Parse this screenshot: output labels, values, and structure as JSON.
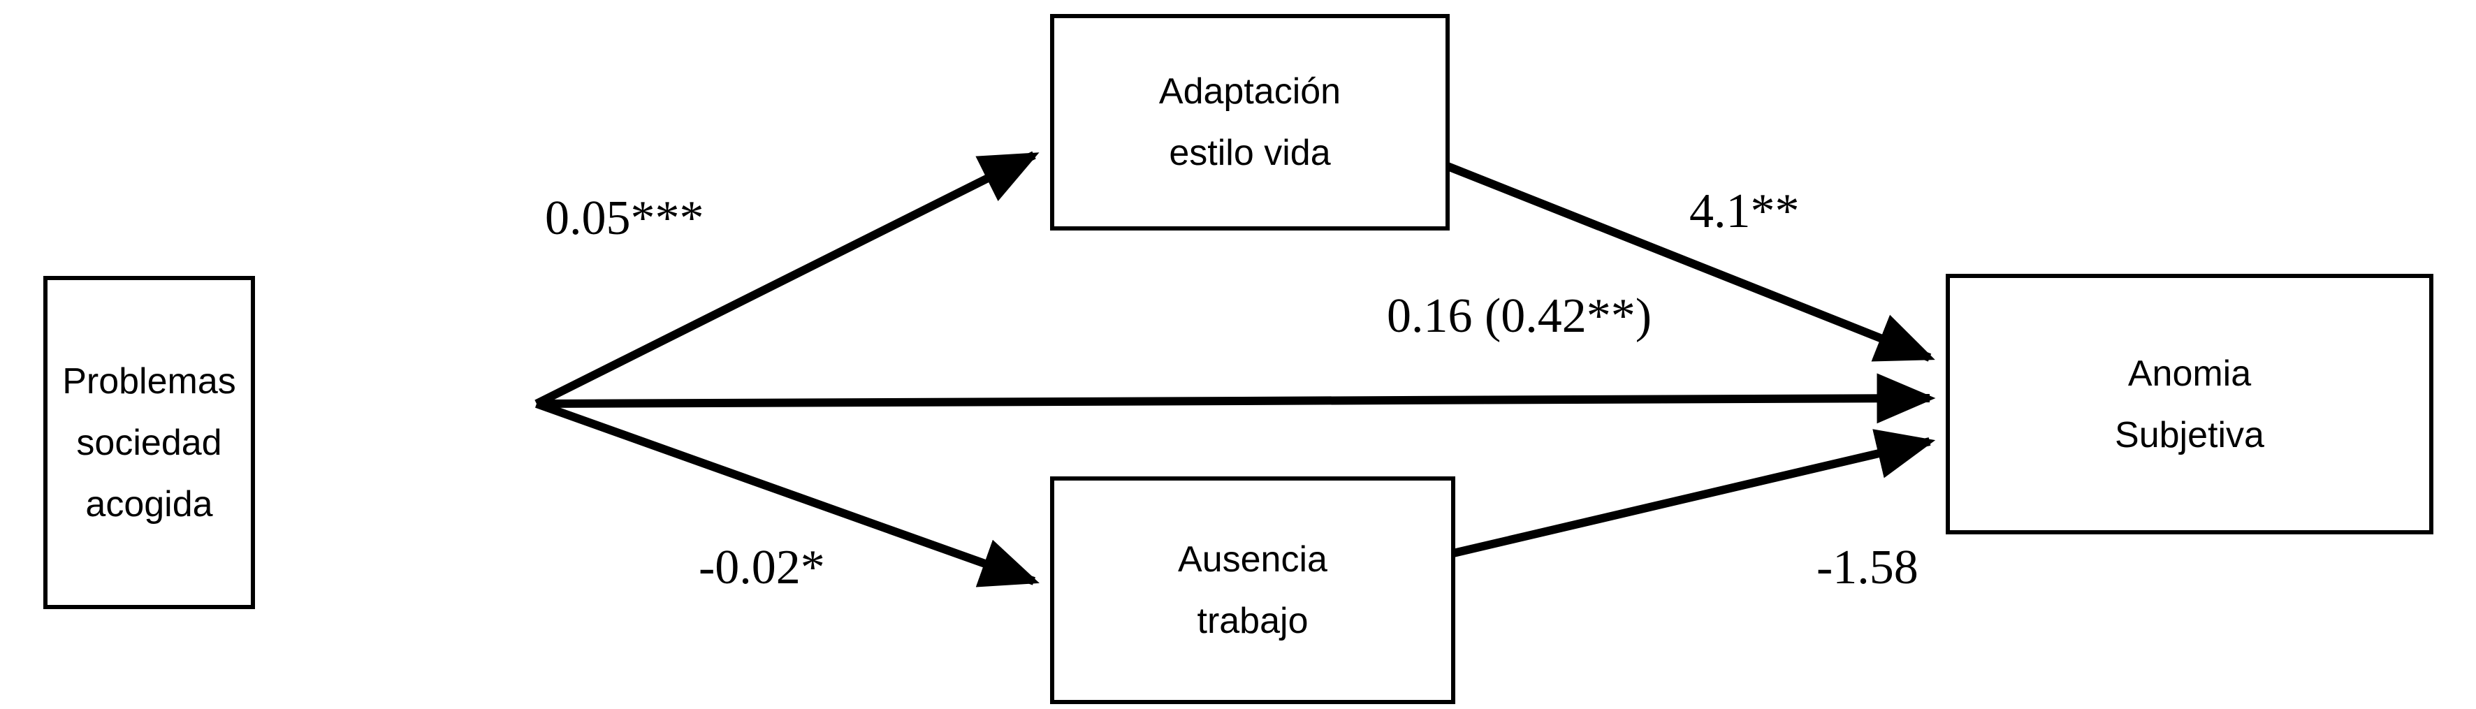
{
  "diagram": {
    "type": "path-model",
    "title": "",
    "background_color": "#ffffff",
    "line_color": "#000000",
    "nodes": [
      {
        "id": "problemas",
        "name": "Problemas sociedad acogida",
        "lines": [
          "Problemas",
          "sociedad",
          "acogida"
        ]
      },
      {
        "id": "adaptacion",
        "name": "Adaptación estilo vida",
        "lines": [
          "Adaptación",
          "estilo vida"
        ]
      },
      {
        "id": "ausencia",
        "name": "Ausencia trabajo",
        "lines": [
          "Ausencia",
          "trabajo"
        ]
      },
      {
        "id": "anomia",
        "name": "Anomia Subjetiva",
        "lines": [
          "Anomia",
          "Subjetiva"
        ]
      }
    ],
    "edges": [
      {
        "id": "problemas-adaptacion",
        "from": "problemas",
        "to": "adaptacion",
        "label": "0.05***",
        "coefficient": 0.05,
        "significance": "***"
      },
      {
        "id": "adaptacion-anomia",
        "from": "adaptacion",
        "to": "anomia",
        "label": "4.1**",
        "coefficient": 4.1,
        "significance": "**"
      },
      {
        "id": "problemas-anomia",
        "from": "problemas",
        "to": "anomia",
        "label": "0.16 (0.42**)",
        "coefficient": 0.16,
        "total_effect": 0.42,
        "significance": ""
      },
      {
        "id": "problemas-ausencia",
        "from": "problemas",
        "to": "ausencia",
        "label": "-0.02*",
        "coefficient": -0.02,
        "significance": "*"
      },
      {
        "id": "ausencia-anomia",
        "from": "ausencia",
        "to": "anomia",
        "label": "-1.58",
        "coefficient": -1.58,
        "significance": ""
      }
    ]
  }
}
